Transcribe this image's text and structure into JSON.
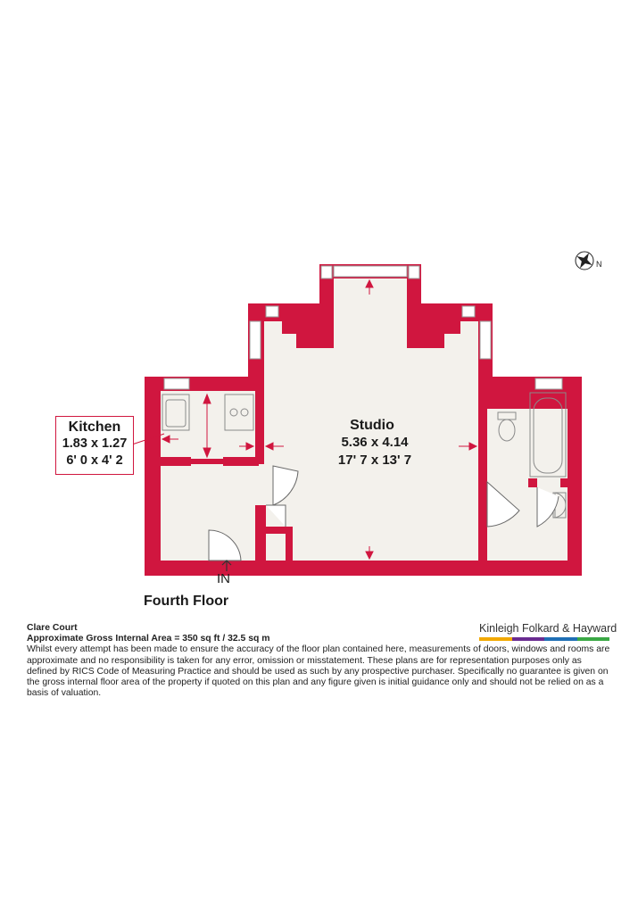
{
  "rooms": {
    "studio": {
      "name": "Studio",
      "metric": "5.36 x 4.14",
      "imperial": "17' 7 x 13' 7"
    },
    "kitchen": {
      "name": "Kitchen",
      "metric": "1.83 x 1.27",
      "imperial": "6' 0 x 4' 2"
    }
  },
  "entrance_label": "IN",
  "floor_name": "Fourth Floor",
  "compass_label": "N",
  "property": {
    "name": "Clare Court",
    "area": "Approximate Gross Internal Area = 350 sq ft / 32.5 sq m",
    "disclaimer": "Whilst every attempt has been made to ensure the accuracy of the floor plan contained here, measurements of doors, windows and rooms are approximate and no responsibility is taken for any error, omission or misstatement. These plans are for representation purposes only as defined by RICS Code of Measuring Practice and should be used as such by any prospective purchaser. Specifically no guarantee is given on the gross internal floor area of the property if quoted on this plan and any figure given is initial guidance only and should not be relied on as a basis of valuation."
  },
  "brand": {
    "name": "Kinleigh Folkard & Hayward",
    "bar_colors": [
      "#f2a900",
      "#f2a900",
      "#6a2c91",
      "#6a2c91",
      "#1f6fb5",
      "#1f6fb5",
      "#3aa845",
      "#3aa845"
    ]
  },
  "colors": {
    "wall": "#d0163f",
    "floor": "#f3f1ec",
    "ink": "#1a1a1a"
  }
}
